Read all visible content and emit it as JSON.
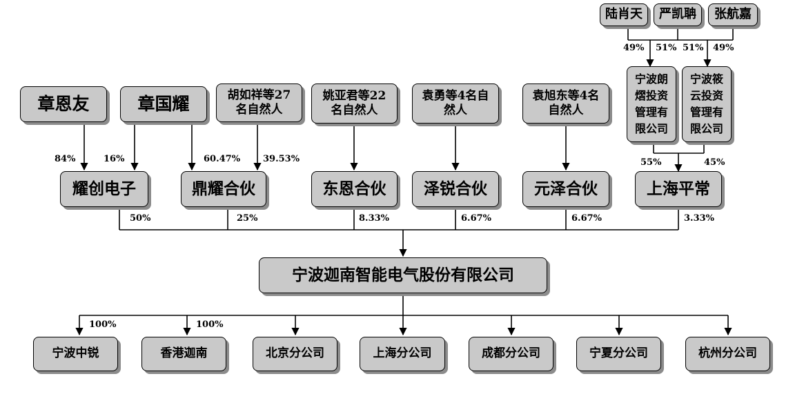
{
  "top_persons": [
    "陆肖天",
    "严凯聃",
    "张航嘉"
  ],
  "investors": [
    "章恩友",
    "章国耀",
    "胡如祥等27\n名自然人",
    "姚亚君等22\n名自然人",
    "袁勇等4名自\n然人",
    "袁旭东等4名\n自然人"
  ],
  "mgmt": [
    "宁波朗\n熠投资\n管理有\n限公司",
    "宁波筱\n云投资\n管理有\n限公司"
  ],
  "shareholders": [
    "耀创电子",
    "鼎耀合伙",
    "东恩合伙",
    "泽锐合伙",
    "元泽合伙",
    "上海平常"
  ],
  "company": "宁波迦南智能电气股份有限公司",
  "subsidiaries": [
    "宁波中锐",
    "香港迦南",
    "北京分公司",
    "上海分公司",
    "成都分公司",
    "宁夏分公司",
    "杭州分公司"
  ],
  "percentages": {
    "lang_a": "49%",
    "lang_b": "51%",
    "xiao_a": "51%",
    "xiao_b": "49%",
    "yaochuang_a": "84%",
    "yaochuang_b": "16%",
    "dingyao_a": "60.47%",
    "dingyao_b": "39.53%",
    "shanghai_a": "55%",
    "shanghai_b": "45%",
    "holding": [
      "50%",
      "25%",
      "8.33%",
      "6.67%",
      "6.67%",
      "3.33%"
    ],
    "subs": [
      "100%",
      "100%"
    ]
  }
}
